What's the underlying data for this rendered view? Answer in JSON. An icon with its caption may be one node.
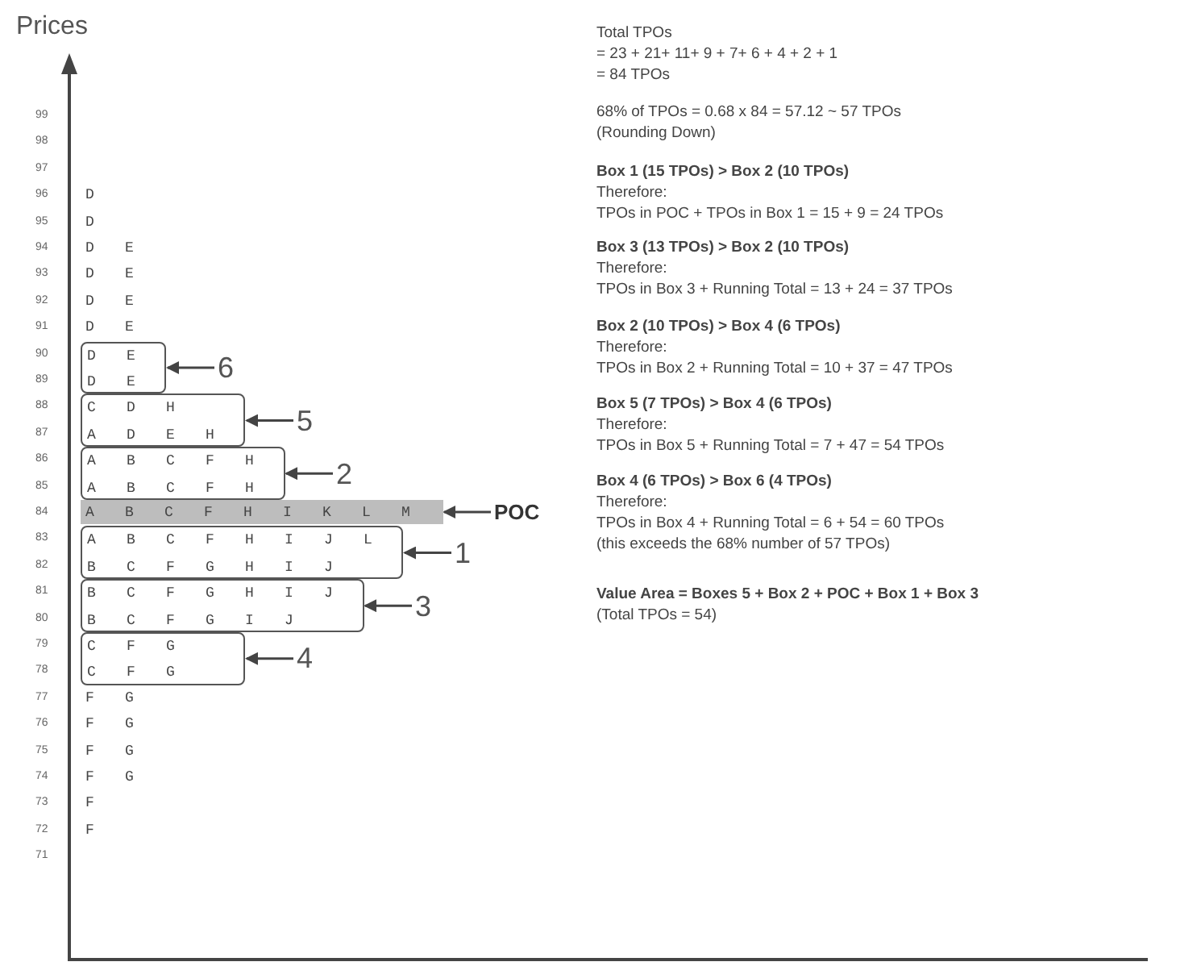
{
  "diagram": {
    "nodes": [
      {
        "text": [
          "D E",
          "D E"
        ]
      },
      {
        "text": [
          "6"
        ]
      },
      {
        "text": [
          "C D H",
          "A D E H"
        ]
      },
      {
        "text": [
          "5"
        ]
      },
      {
        "text": [
          "A B C F H",
          "A B C F H"
        ]
      },
      {
        "text": [
          "2"
        ]
      },
      {
        "text": [
          "A B C F H I K L M"
        ]
      },
      {
        "text": [
          "POC"
        ]
      },
      {
        "text": [
          "A B C F H I J L",
          "B C F G H I J"
        ]
      },
      {
        "text": [
          "1"
        ]
      },
      {
        "text": [
          "B C F G H I J",
          "B C F G I J"
        ]
      },
      {
        "text": [
          "3"
        ]
      },
      {
        "text": [
          "C F G",
          "C F G"
        ]
      },
      {
        "text": [
          "4"
        ]
      }
    ],
    "edges": [
      {
        "from": 1,
        "to": 0,
        "arrow": "to"
      },
      {
        "from": 3,
        "to": 2,
        "arrow": "to"
      },
      {
        "from": 5,
        "to": 4,
        "arrow": "to"
      },
      {
        "from": 7,
        "to": 6,
        "arrow": "to"
      },
      {
        "from": 9,
        "to": 8,
        "arrow": "to"
      },
      {
        "from": 11,
        "to": 10,
        "arrow": "to"
      },
      {
        "from": 13,
        "to": 12,
        "arrow": "to"
      }
    ],
    "labels": [
      "Prices",
      "99",
      "98",
      "97",
      "96",
      "95",
      "94",
      "93",
      "92",
      "91",
      "90",
      "89",
      "88",
      "87",
      "86",
      "85",
      "84",
      "83",
      "82",
      "81",
      "80",
      "79",
      "78",
      "77",
      "76",
      "75",
      "74",
      "73",
      "72",
      "71",
      "D",
      "D",
      "D E",
      "D E",
      "D E",
      "D E",
      "F G",
      "F G",
      "F G",
      "F G",
      "F",
      "F",
      "Total TPOs",
      "= 23 + 21+ 11+ 9 + 7+ 6 + 4 + 2 + 1",
      "= 84 TPOs",
      "68% of TPOs = 0.68 x 84 = 57.12 ~ 57 TPOs",
      "(Rounding Down)",
      "Box 1 (15 TPOs) > Box 2 (10 TPOs)",
      "Therefore:",
      "TPOs in POC + TPOs in Box 1 = 15 + 9 = 24 TPOs",
      "Box 3 (13 TPOs) > Box 2 (10 TPOs)",
      "Therefore:",
      "TPOs in Box 3 + Running Total = 13 + 24 = 37 TPOs",
      "Box 2 (10 TPOs) > Box 4 (6 TPOs)",
      "Therefore:",
      "TPOs in Box 2 + Running Total = 10 + 37 = 47 TPOs",
      "Box 5 (7 TPOs) > Box 4 (6 TPOs)",
      "Therefore:",
      "TPOs in Box 5 + Running Total = 7 + 47 = 54 TPOs",
      "Box 4 (6 TPOs) > Box 6 (4 TPOs)",
      "Therefore:",
      "TPOs in Box 4 + Running Total = 6 + 54 = 60 TPOs",
      "(this exceeds the 68% number of 57 TPOs)",
      "Value Area = Boxes 5 + Box 2 + POC + Box 1 + Box 3",
      "(Total TPOs = 54)"
    ]
  }
}
